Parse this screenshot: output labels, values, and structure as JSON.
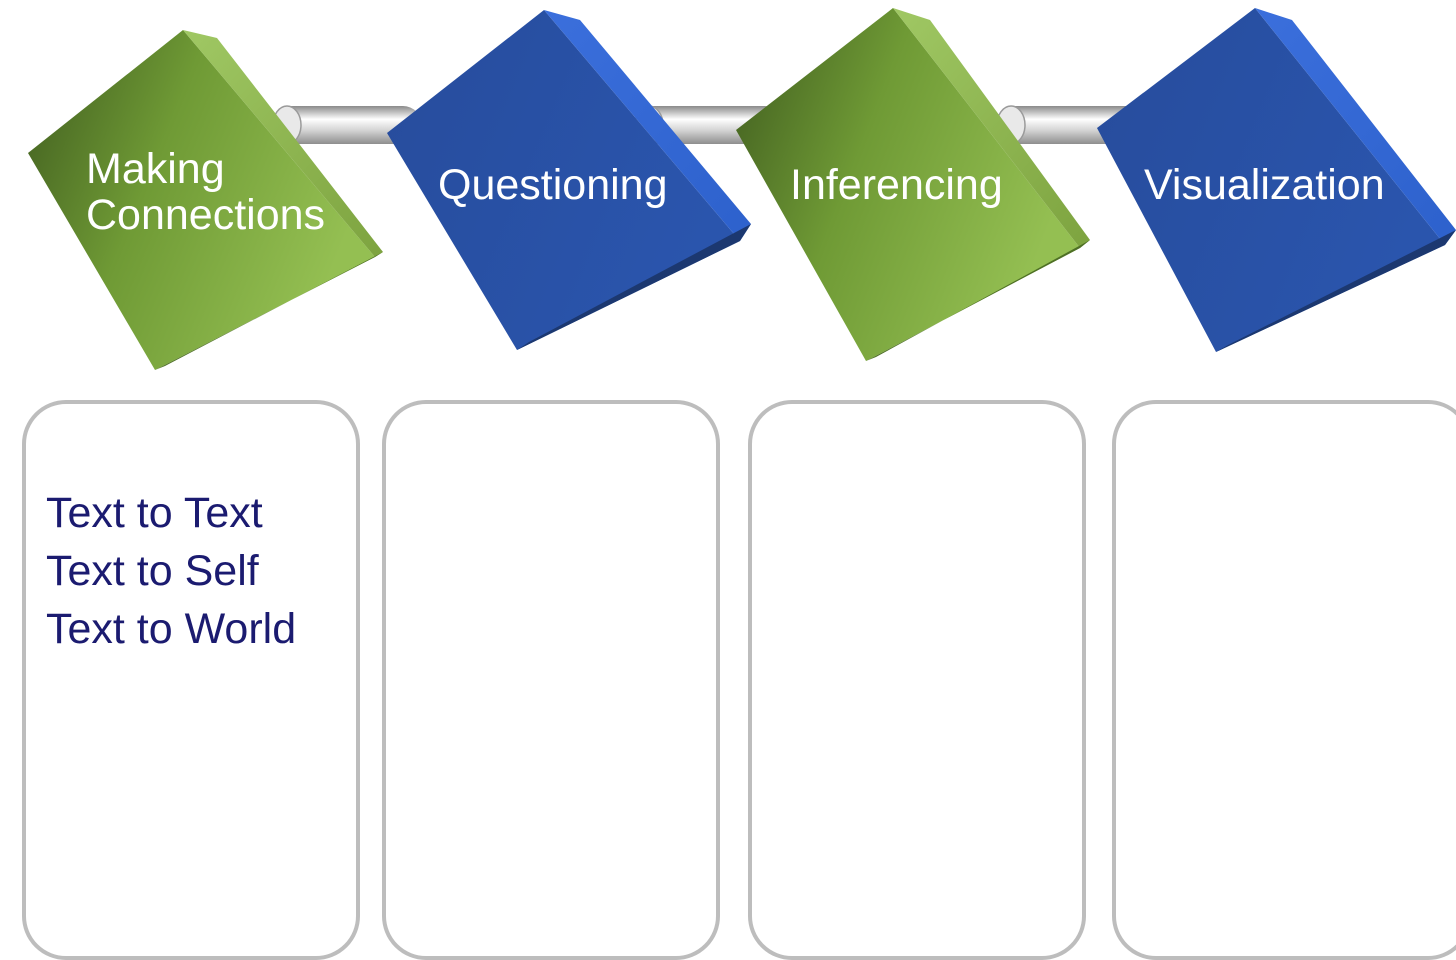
{
  "diagram": {
    "steps": [
      {
        "label_lines": [
          "Making",
          "Connections"
        ],
        "color": "green",
        "details": [
          "Text to Text",
          "Text to Self",
          "Text to World"
        ]
      },
      {
        "label_lines": [
          "Questioning"
        ],
        "color": "blue",
        "details": []
      },
      {
        "label_lines": [
          "Inferencing"
        ],
        "color": "green",
        "details": []
      },
      {
        "label_lines": [
          "Visualization"
        ],
        "color": "blue",
        "details": []
      }
    ]
  },
  "colors": {
    "green_light": "#8fb84a",
    "green_dark": "#3e5a1e",
    "blue_light": "#2f62cc",
    "blue_dark": "#1b3a7a",
    "text_dark": "#1b1b70",
    "card_border": "#bdbdbd"
  }
}
